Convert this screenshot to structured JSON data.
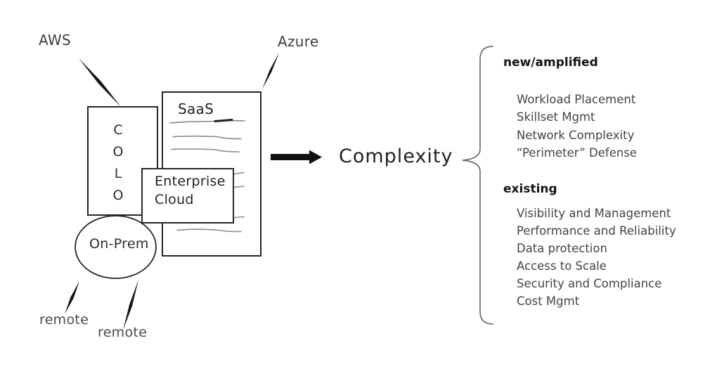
{
  "diagram": {
    "aws_label": "AWS",
    "azure_label": "Azure",
    "colo_label": "COLO",
    "saas_label": "SaaS",
    "enterprise_cloud_label": "Enterprise Cloud",
    "onprem_label": "On-Prem",
    "remote_label_1": "remote",
    "remote_label_2": "remote"
  },
  "complexity_label": "Complexity",
  "lists": {
    "new_amplified": {
      "heading": "new/amplified",
      "items": [
        "Workload Placement",
        "Skillset Mgmt",
        "Network Complexity",
        "“Perimeter” Defense"
      ]
    },
    "existing": {
      "heading": "existing",
      "items": [
        "Visibility and Management",
        "Performance and Reliability",
        "Data protection",
        "Access to Scale",
        "Security and Compliance",
        "Cost Mgmt"
      ]
    }
  },
  "colors": {
    "ink": "#262626",
    "arrow": "#111111",
    "sketch_line": "#8a8a8a",
    "brace": "#6f6f6f",
    "background": "#ffffff"
  }
}
